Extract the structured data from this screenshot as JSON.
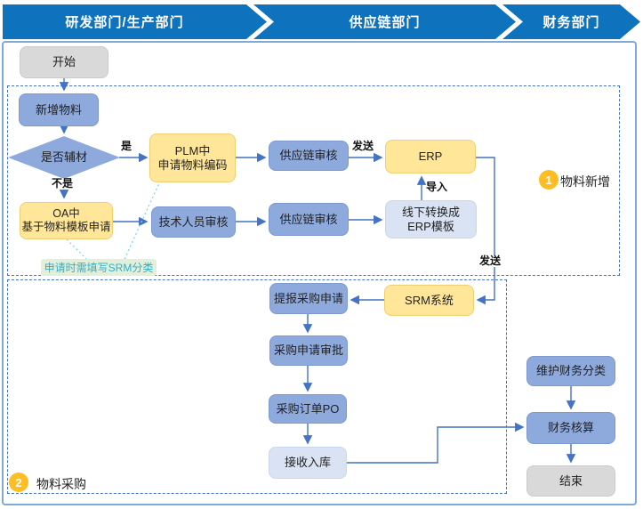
{
  "header": {
    "banners": [
      {
        "label": "研发部门/生产部门"
      },
      {
        "label": "供应链部门"
      },
      {
        "label": "财务部门"
      }
    ]
  },
  "regions": [
    {
      "badge": "1",
      "label": "物料新增"
    },
    {
      "badge": "2",
      "label": "物料采购"
    }
  ],
  "nodes": {
    "start": {
      "label": "开始"
    },
    "add_material": {
      "label": "新增物料"
    },
    "is_auxiliary": {
      "label": "是否辅材"
    },
    "plm": {
      "line1": "PLM中",
      "line2": "申请物料编码"
    },
    "oa": {
      "line1": "OA中",
      "line2": "基于物料模板申请"
    },
    "tech_review": {
      "label": "技术人员审核"
    },
    "sc_review_top": {
      "label": "供应链审核"
    },
    "sc_review_bottom": {
      "label": "供应链审核"
    },
    "erp": {
      "label": "ERP"
    },
    "offline_convert": {
      "line1": "线下转换成",
      "line2": "ERP模板"
    },
    "srm": {
      "label": "SRM系统"
    },
    "submit_pr": {
      "label": "提报采购申请"
    },
    "approve_pr": {
      "label": "采购申请审批"
    },
    "purchase_order": {
      "label": "采购订单PO"
    },
    "receive_stock": {
      "label": "接收入库"
    },
    "maintain_fin_class": {
      "label": "维护财务分类"
    },
    "fin_accounting": {
      "label": "财务核算"
    },
    "end": {
      "label": "结束"
    }
  },
  "note": {
    "label": "申请时需填写SRM分类"
  },
  "edge_labels": {
    "yes": "是",
    "no": "不是",
    "send_to_erp": "发送",
    "import_to_erp": "导入",
    "send_to_srm": "发送"
  },
  "colors": {
    "header_blue": "#0F72BD",
    "box_blue": "#8EA9DC",
    "box_yellow": "#FFE699",
    "box_light": "#DAE3F3",
    "box_gray": "#D9D9D9",
    "note_bg": "#E2EFDA",
    "note_text": "#2FAFC9",
    "arrow_blue": "#4472C4",
    "dotted_cyan": "#7BD7EE",
    "badge_orange": "#FFBD24",
    "frame_blue": "#7FA9D6"
  }
}
